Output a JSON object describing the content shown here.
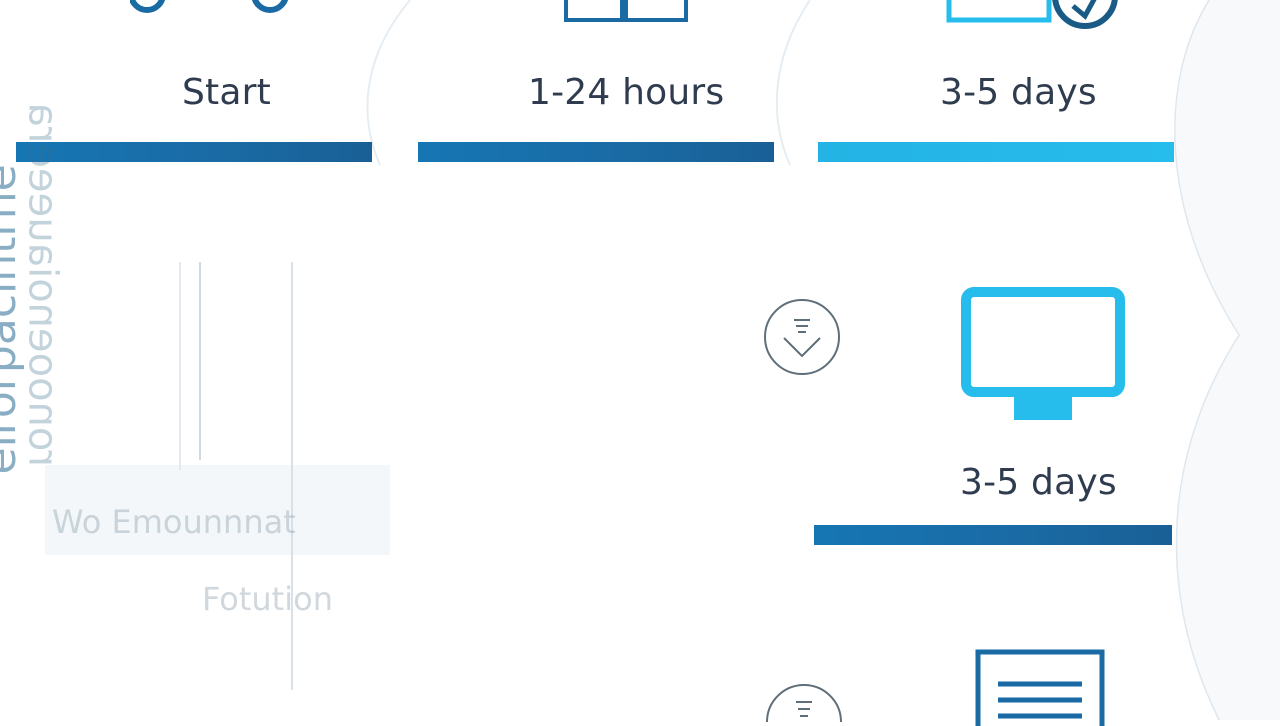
{
  "steps": [
    {
      "label": "Start",
      "icon": "people-icon"
    },
    {
      "label": "1-24 hours",
      "icon": "windows-icon"
    },
    {
      "label": "3-5 days",
      "icon": "laptop-shield-icon"
    },
    {
      "label": "3-5 days",
      "icon": "monitor-icon"
    },
    {
      "label": "",
      "icon": "document-icon"
    }
  ],
  "connectors": [
    "arrow-down-circle-icon",
    "arrow-down-circle-icon"
  ],
  "ghost": {
    "vertical_a": "elrorpacintrhe",
    "vertical_b": "ronooenoiaueeera",
    "line": "Wo Emounnnat",
    "sub": "Fotution"
  },
  "colors": {
    "bar_dark": "#1a6aa4",
    "bar_light": "#26bcec",
    "icon_dark": "#1a6aa4",
    "icon_light": "#26bcec",
    "text": "#2f3c4f"
  }
}
